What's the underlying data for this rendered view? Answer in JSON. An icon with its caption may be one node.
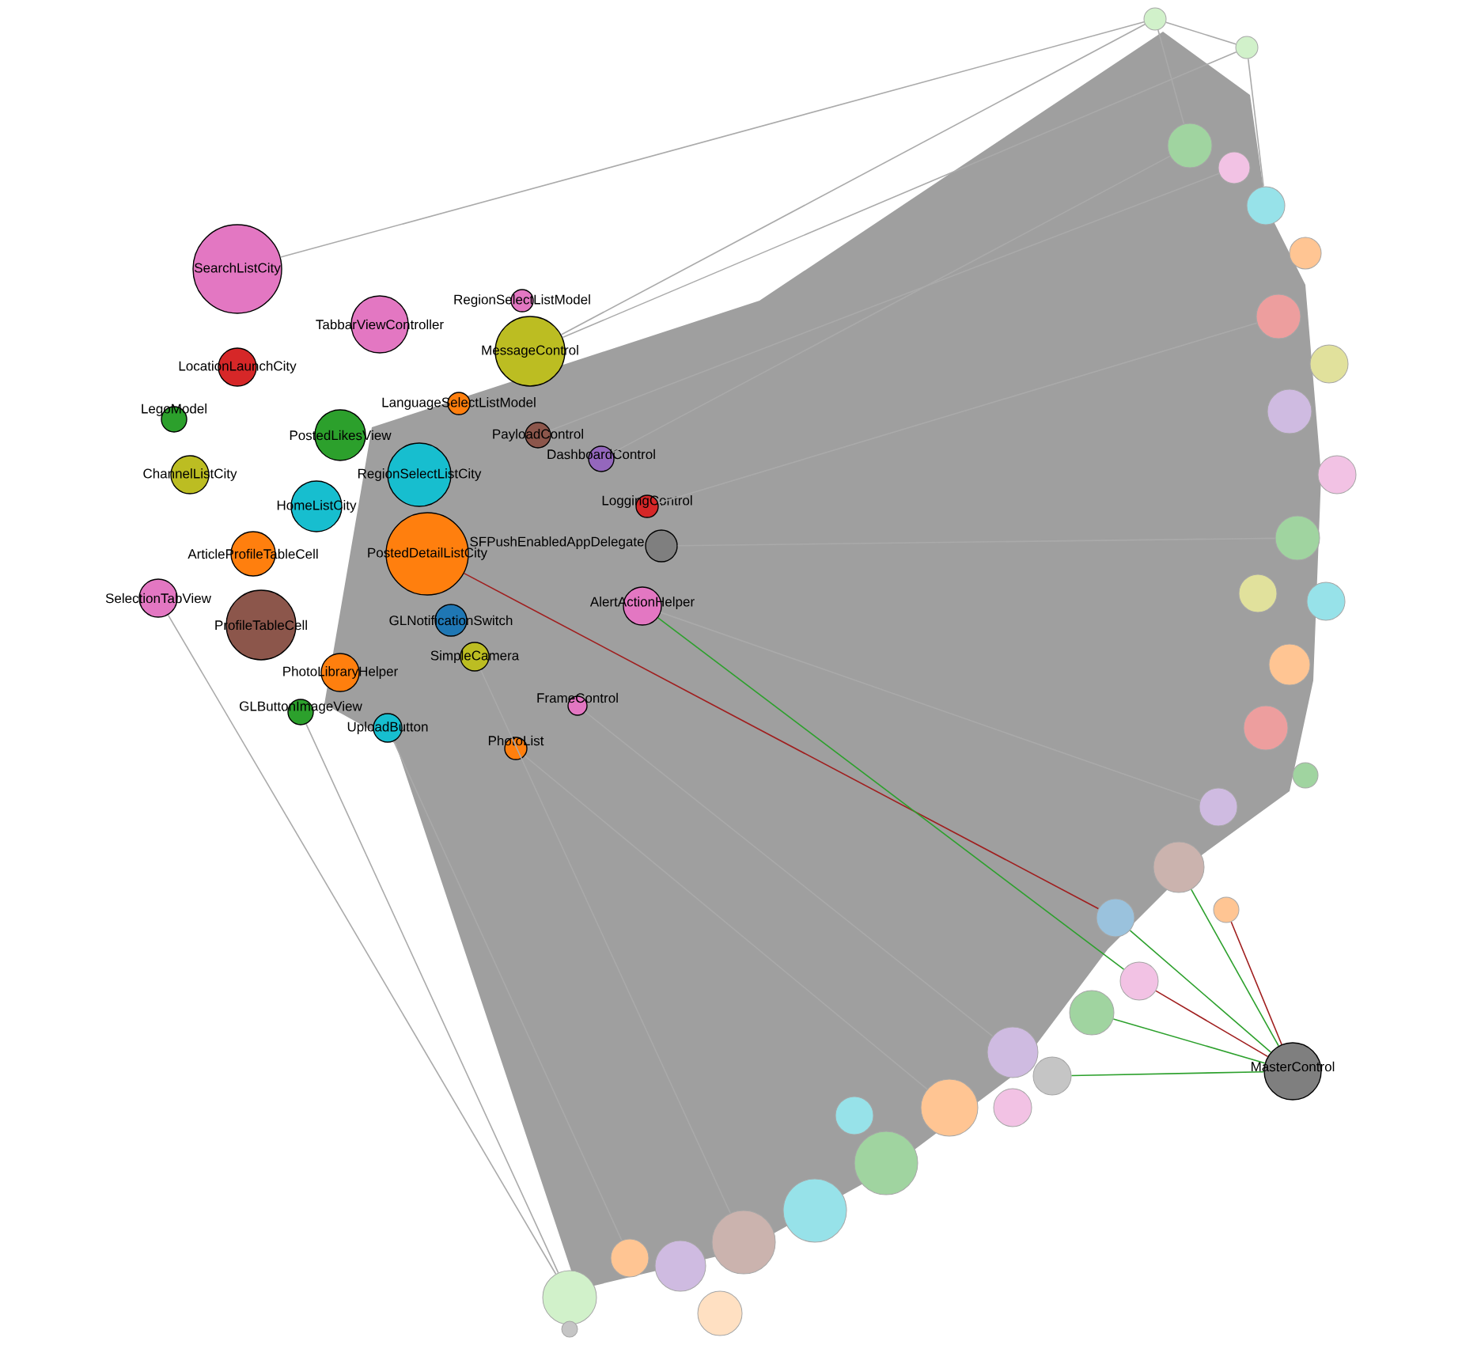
{
  "diagram": {
    "nodes": [
      {
        "text": [
          "SearchListCity"
        ]
      },
      {
        "text": [
          "TabbarViewController"
        ]
      },
      {
        "text": [
          "LocationLaunchCity"
        ]
      },
      {
        "text": [
          "RegionSelectListCity"
        ]
      },
      {
        "text": [
          "LanguageSelectListModel"
        ]
      },
      {
        "text": [
          "RegionSelectListModel"
        ]
      },
      {
        "text": [
          "MessageControl"
        ]
      },
      {
        "text": [
          "PostedLikesView"
        ]
      },
      {
        "text": [
          "LegoModel"
        ]
      },
      {
        "text": [
          "PayloadControl"
        ]
      },
      {
        "text": [
          "DashboardControl"
        ]
      },
      {
        "text": [
          "HomeListCity"
        ]
      },
      {
        "text": [
          "ChannelListCity"
        ]
      },
      {
        "text": [
          "PostedDetailListCity"
        ]
      },
      {
        "text": [
          "GLNotificationSwitch"
        ]
      },
      {
        "text": [
          "ArticleProfileTableCell"
        ]
      },
      {
        "text": [
          "SelectionTabView"
        ]
      },
      {
        "text": [
          "ProfileTableCell"
        ]
      },
      {
        "text": [
          "PhotoLibraryHelper"
        ]
      },
      {
        "text": [
          "SimpleCamera"
        ]
      },
      {
        "text": [
          "GLButtonImageView"
        ]
      },
      {
        "text": [
          "UploadButton"
        ]
      },
      {
        "text": [
          "LoggingControl"
        ]
      },
      {
        "text": [
          "SFPushEnabledAppDelegate"
        ]
      },
      {
        "text": [
          "AlertActionHelper"
        ]
      },
      {
        "text": [
          "FrameControl"
        ]
      },
      {
        "text": [
          "PhotoList"
        ]
      },
      {
        "text": [
          "MasterControl"
        ]
      },
      {
        "text": [],
        "shape": "circle"
      },
      {
        "text": [],
        "shape": "circle"
      },
      {
        "text": [],
        "shape": "circle"
      },
      {
        "text": [],
        "shape": "circle"
      },
      {
        "text": [],
        "shape": "circle"
      },
      {
        "text": [],
        "shape": "circle"
      },
      {
        "text": [],
        "shape": "circle"
      },
      {
        "text": [],
        "shape": "circle"
      },
      {
        "text": [],
        "shape": "circle"
      },
      {
        "text": [],
        "shape": "circle"
      },
      {
        "text": [],
        "shape": "circle"
      },
      {
        "text": [],
        "shape": "circle"
      },
      {
        "text": [],
        "shape": "circle"
      },
      {
        "text": [],
        "shape": "circle"
      },
      {
        "text": [],
        "shape": "circle"
      },
      {
        "text": [],
        "shape": "circle"
      },
      {
        "text": [],
        "shape": "circle"
      },
      {
        "text": [],
        "shape": "circle"
      },
      {
        "text": [],
        "shape": "circle"
      },
      {
        "text": [],
        "shape": "circle"
      },
      {
        "text": [],
        "shape": "circle"
      },
      {
        "text": [],
        "shape": "circle"
      },
      {
        "text": [],
        "shape": "circle"
      },
      {
        "text": [],
        "shape": "circle"
      },
      {
        "text": [],
        "shape": "circle"
      },
      {
        "text": [],
        "shape": "circle"
      },
      {
        "text": [],
        "shape": "circle"
      },
      {
        "text": [],
        "shape": "circle"
      },
      {
        "text": [],
        "shape": "circle"
      },
      {
        "text": [],
        "shape": "circle"
      },
      {
        "text": [],
        "shape": "circle"
      },
      {
        "text": [],
        "shape": "circle"
      },
      {
        "text": [],
        "shape": "circle"
      },
      {
        "text": [],
        "shape": "circle"
      },
      {
        "text": [],
        "shape": "circle"
      }
    ],
    "edges": [
      {
        "from": 0,
        "to": 28,
        "arrow": "none"
      },
      {
        "from": 6,
        "to": 28,
        "arrow": "none"
      },
      {
        "from": 6,
        "to": 29,
        "arrow": "none"
      },
      {
        "from": 10,
        "to": 30,
        "arrow": "none"
      },
      {
        "from": 9,
        "to": 31,
        "arrow": "none"
      },
      {
        "from": 28,
        "to": 29,
        "arrow": "none"
      },
      {
        "from": 28,
        "to": 30,
        "arrow": "none"
      },
      {
        "from": 29,
        "to": 32,
        "arrow": "none"
      },
      {
        "from": 22,
        "to": 34,
        "arrow": "none"
      },
      {
        "from": 23,
        "to": 38,
        "arrow": "none"
      },
      {
        "from": 24,
        "to": 44,
        "arrow": "none"
      },
      {
        "from": 25,
        "to": 51,
        "arrow": "none"
      },
      {
        "from": 26,
        "to": 52,
        "arrow": "none"
      },
      {
        "from": 19,
        "to": 55,
        "arrow": "none"
      },
      {
        "from": 21,
        "to": 57,
        "arrow": "none"
      },
      {
        "from": 20,
        "to": 59,
        "arrow": "none"
      },
      {
        "from": 16,
        "to": 59,
        "arrow": "none"
      },
      {
        "from": 13,
        "to": 47,
        "arrow": "none",
        "color": "#a01e1e"
      },
      {
        "from": 24,
        "to": 48,
        "arrow": "none",
        "color": "#2ca02c"
      },
      {
        "from": 27,
        "to": 45,
        "arrow": "none",
        "color": "#2ca02c"
      },
      {
        "from": 27,
        "to": 46,
        "arrow": "none",
        "color": "#a01e1e"
      },
      {
        "from": 27,
        "to": 47,
        "arrow": "none",
        "color": "#2ca02c"
      },
      {
        "from": 27,
        "to": 48,
        "arrow": "none",
        "color": "#a01e1e"
      },
      {
        "from": 27,
        "to": 49,
        "arrow": "none",
        "color": "#2ca02c"
      },
      {
        "from": 27,
        "to": 50,
        "arrow": "none",
        "color": "#2ca02c"
      }
    ]
  }
}
